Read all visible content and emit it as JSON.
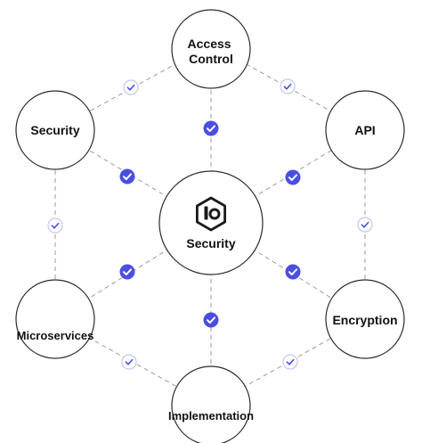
{
  "colors": {
    "accent": "#4b4fe0",
    "line": "#9a9a9a",
    "node_stroke": "#2a2a2a",
    "check_outline": "#9aa0e8"
  },
  "center": {
    "icon": "hexagon-logo-icon",
    "label": "Security"
  },
  "nodes": {
    "top": "Access\nControl",
    "upper_left": "Security",
    "upper_right": "API",
    "lower_left": "Microservices",
    "lower_right": "Encryption",
    "bottom": "Implementation"
  },
  "check_icons": {
    "filled": "check-circle-filled-icon",
    "outline": "check-circle-outline-icon"
  }
}
